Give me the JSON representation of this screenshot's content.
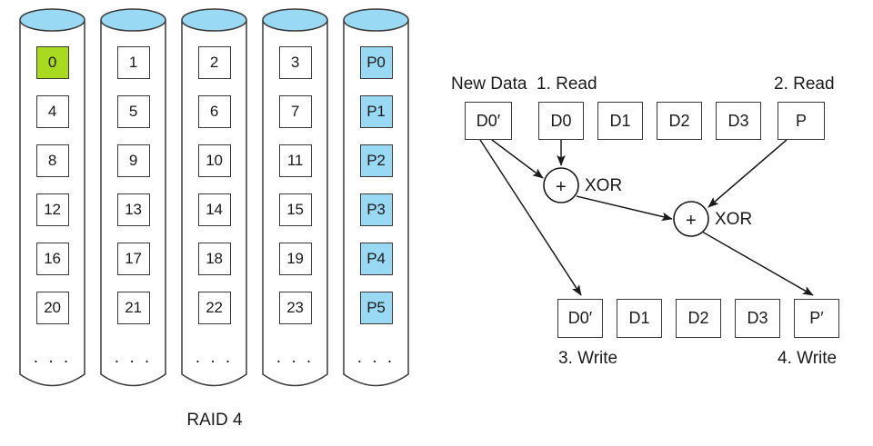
{
  "figure": {
    "left_caption": "RAID 4",
    "highlight_color": "#aada20",
    "parity_color": "#9ad9f3",
    "cylinder_top_color": "#9ad9f3",
    "stroke_color": "#3a3a3a",
    "ellipsis": ". . ."
  },
  "raid": {
    "columns": [
      {
        "name": "disk-0",
        "cells": [
          "0",
          "4",
          "8",
          "12",
          "16",
          "20"
        ],
        "kind": "data",
        "highlight_first": true
      },
      {
        "name": "disk-1",
        "cells": [
          "1",
          "5",
          "9",
          "13",
          "17",
          "21"
        ],
        "kind": "data",
        "highlight_first": false
      },
      {
        "name": "disk-2",
        "cells": [
          "2",
          "6",
          "10",
          "14",
          "18",
          "22"
        ],
        "kind": "data",
        "highlight_first": false
      },
      {
        "name": "disk-3",
        "cells": [
          "3",
          "7",
          "11",
          "15",
          "19",
          "23"
        ],
        "kind": "data",
        "highlight_first": false
      },
      {
        "name": "disk-parity",
        "cells": [
          "P0",
          "P1",
          "P2",
          "P3",
          "P4",
          "P5"
        ],
        "kind": "parity",
        "highlight_first": false
      }
    ]
  },
  "xor_diagram": {
    "labels": {
      "new_data": "New Data",
      "step1": "1. Read",
      "step2": "2. Read",
      "step3": "3. Write",
      "step4": "4. Write",
      "xor1": "XOR",
      "xor2": "XOR",
      "operator": "+"
    },
    "top_row": [
      {
        "name": "box-new-d0prime",
        "text": "D0′"
      },
      {
        "name": "box-d0",
        "text": "D0"
      },
      {
        "name": "box-d1",
        "text": "D1"
      },
      {
        "name": "box-d2",
        "text": "D2"
      },
      {
        "name": "box-d3",
        "text": "D3"
      },
      {
        "name": "box-p",
        "text": "P"
      }
    ],
    "bottom_row": [
      {
        "name": "box-out-d0prime",
        "text": "D0′"
      },
      {
        "name": "box-out-d1",
        "text": "D1"
      },
      {
        "name": "box-out-d2",
        "text": "D2"
      },
      {
        "name": "box-out-d3",
        "text": "D3"
      },
      {
        "name": "box-out-pprime",
        "text": "P′"
      }
    ]
  }
}
